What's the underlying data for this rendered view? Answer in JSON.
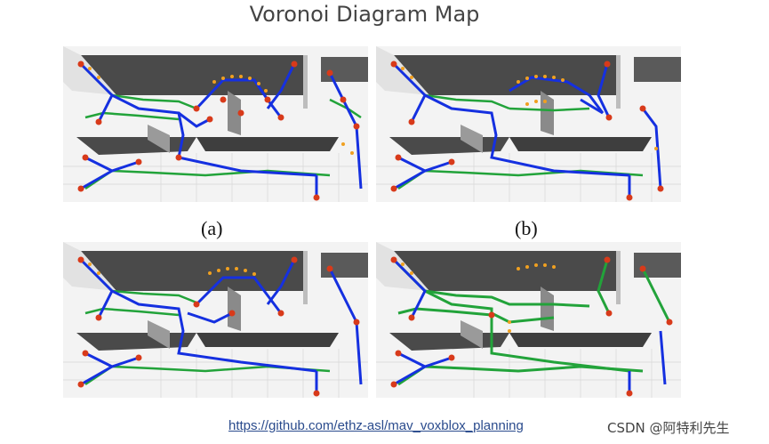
{
  "title": "Voronoi Diagram Map",
  "captions": {
    "a": "(a)",
    "b": "(b)"
  },
  "link": "https://github.com/ethz-asl/mav_voxblox_planning",
  "watermark": "CSDN @阿特利先生",
  "colors": {
    "blue_path": "#1530e0",
    "green_path": "#22a33a",
    "node_red": "#d83a1a",
    "orange_dots": "#f0a020",
    "wall_dark": "#4a4a4a",
    "floor": "#f3f3f3"
  }
}
